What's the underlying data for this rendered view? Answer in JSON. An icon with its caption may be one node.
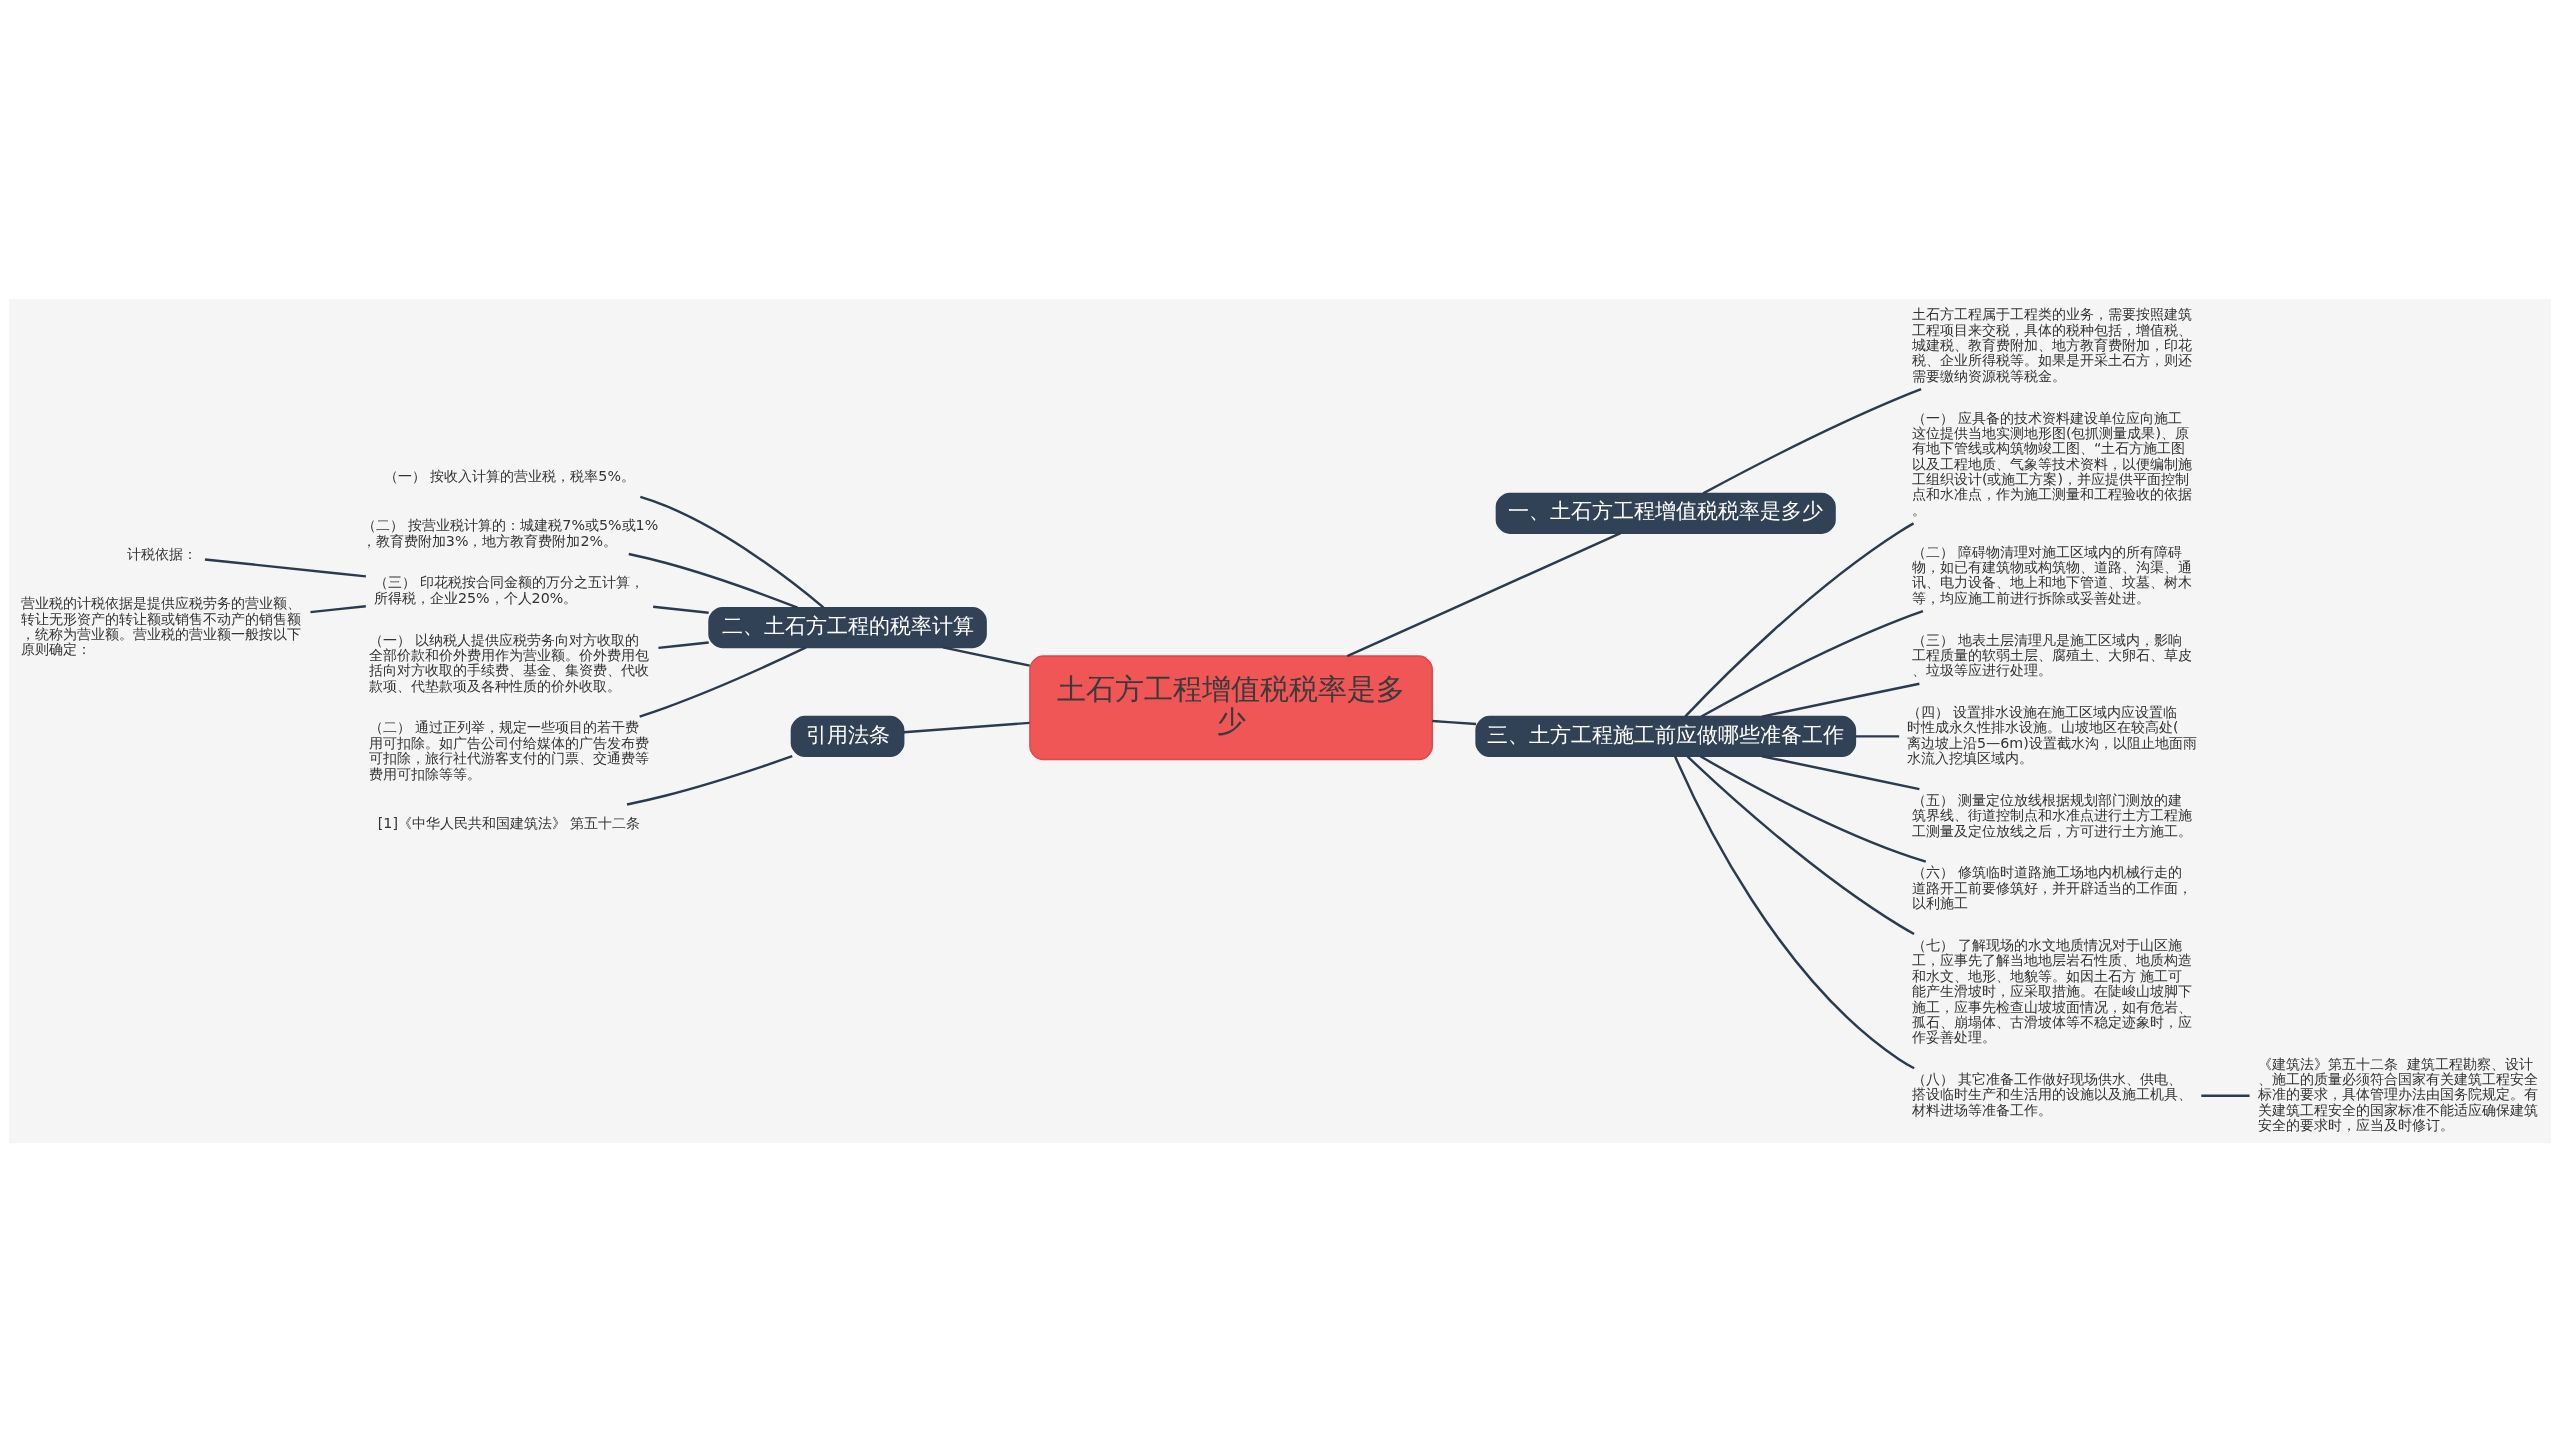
{
  "diagram": {
    "nodes": [
      {
        "text": [
          "土石方工程增值税税率是多少"
        ]
      },
      {
        "text": [
          "一、土石方工程增值税税率是多少"
        ]
      },
      {
        "text": [
          "土石方工程属于工程类的业务，需要按照建筑工程项目来交税，具体的税种包括，增值税、城建税、教育费附加、地方教育费附加，印花税、企业所得税等。如果是开采土石方，则还需要缴纳资源税等税金。"
        ]
      },
      {
        "text": [
          "三、土方工程施工前应做哪些准备工作"
        ]
      },
      {
        "text": [
          "（一） 应具备的技术资料建设单位应向施工这位提供当地实测地形图(包抓测量成果)、原有地下管线或构筑物竣工图、“土石方施工图以及工程地质、气象等技术资料，以便编制施工组织设计(或施工方案)，并应提供平面控制点和水准点，作为施工测量和工程验收的依据。"
        ]
      },
      {
        "text": [
          "（二） 障碍物清理对施工区域内的所有障碍物，如已有建筑物或构筑物、道路、沟渠、通讯、电力设备、地上和地下管道、坟墓、树木等，均应施工前进行拆除或妥善处进。"
        ]
      },
      {
        "text": [
          "（三） 地表土层清理凡是施工区域内，影响工程质量的软弱土层、腐殖土、大卵石、草皮、垃圾等应进行处理。"
        ]
      },
      {
        "text": [
          "（四） 设置排水设施在施工区域内应设置临时性成永久性排水设施。山坡地区在较高处(离边坡上沿5—6m)设置截水沟，以阻止地面雨水流入挖填区域内。"
        ]
      },
      {
        "text": [
          "（五） 测量定位放线根据规划部门测放的建筑界线、街道控制点和水准点进行土方工程施工测量及定位放线之后，方可进行土方施工。"
        ]
      },
      {
        "text": [
          "（六） 修筑临时道路施工场地内机械行走的道路开工前要修筑好，并开辟适当的工作面，以利施工"
        ]
      },
      {
        "text": [
          "（七） 了解现场的水文地质情况对于山区施工，应事先了解当地地层岩石性质、地质构造和水文、地形、地貌等。如因土石方 施工可能产生滑坡时，应采取措施。在陡峻山坡脚下施工，应事先检查山坡坡面情况，如有危岩、孤石、崩塌体、古滑坡体等不稳定迹象时，应作妥善处理。"
        ]
      },
      {
        "text": [
          "（八） 其它准备工作做好现场供水、供电、搭设临时生产和生活用的设施以及施工机具、材料进场等准备工作。"
        ]
      },
      {
        "text": [
          "《建筑法》第五十二条  建筑工程勘察、设计、施工的质量必须符合国家有关建筑工程安全标准的要求，具体管理办法由国务院规定。有关建筑工程安全的国家标准不能适应确保建筑安全的要求时，应当及时修订。"
        ]
      },
      {
        "text": [
          "二、土石方工程的税率计算"
        ]
      },
      {
        "text": [
          "（一） 按收入计算的营业税，税率5%。"
        ]
      },
      {
        "text": [
          "（二） 按营业税计算的：城建税7%或5%或1%，教育费附加3%，地方教育费附加2%。"
        ]
      },
      {
        "text": [
          "（三） 印花税按合同金额的万分之五计算，所得税，企业25%，个人20%。"
        ]
      },
      {
        "text": [
          "计税依据："
        ]
      },
      {
        "text": [
          "营业税的计税依据是提供应税劳务的营业额、转让无形资产的转让额或销售不动产的销售额，统称为营业额。营业税的营业额一般按以下原则确定："
        ]
      },
      {
        "text": [
          "（一） 以纳税人提供应税劳务向对方收取的全部价款和价外费用作为营业额。价外费用包括向对方收取的手续费、基金、集资费、代收款项、代垫款项及各种性质的价外收取。"
        ]
      },
      {
        "text": [
          "（二） 通过正列举，规定一些项目的若干费用可扣除。如广告公司付给媒体的广告发布费可扣除，旅行社代游客支付的门票、交通费等费用可扣除等等。"
        ]
      },
      {
        "text": [
          "引用法条"
        ]
      },
      {
        "text": [
          "[1]《中华人民共和国建筑法》 第五十二条"
        ]
      }
    ],
    "edges": [
      {
        "from": 0,
        "to": 1,
        "arrow": "none"
      },
      {
        "from": 1,
        "to": 2,
        "arrow": "none"
      },
      {
        "from": 0,
        "to": 3,
        "arrow": "none"
      },
      {
        "from": 3,
        "to": 4,
        "arrow": "none"
      },
      {
        "from": 3,
        "to": 5,
        "arrow": "none"
      },
      {
        "from": 3,
        "to": 6,
        "arrow": "none"
      },
      {
        "from": 3,
        "to": 7,
        "arrow": "none"
      },
      {
        "from": 3,
        "to": 8,
        "arrow": "none"
      },
      {
        "from": 3,
        "to": 9,
        "arrow": "none"
      },
      {
        "from": 3,
        "to": 10,
        "arrow": "none"
      },
      {
        "from": 3,
        "to": 11,
        "arrow": "none"
      },
      {
        "from": 11,
        "to": 12,
        "arrow": "none"
      },
      {
        "from": 13,
        "to": 0,
        "arrow": "none"
      },
      {
        "from": 14,
        "to": 13,
        "arrow": "none"
      },
      {
        "from": 15,
        "to": 13,
        "arrow": "none"
      },
      {
        "from": 16,
        "to": 13,
        "arrow": "none"
      },
      {
        "from": 17,
        "to": 16,
        "arrow": "none"
      },
      {
        "from": 18,
        "to": 16,
        "arrow": "none"
      },
      {
        "from": 19,
        "to": 13,
        "arrow": "none"
      },
      {
        "from": 20,
        "to": 13,
        "arrow": "none"
      },
      {
        "from": 21,
        "to": 0,
        "arrow": "none"
      },
      {
        "from": 22,
        "to": 21,
        "arrow": "none"
      }
    ]
  }
}
